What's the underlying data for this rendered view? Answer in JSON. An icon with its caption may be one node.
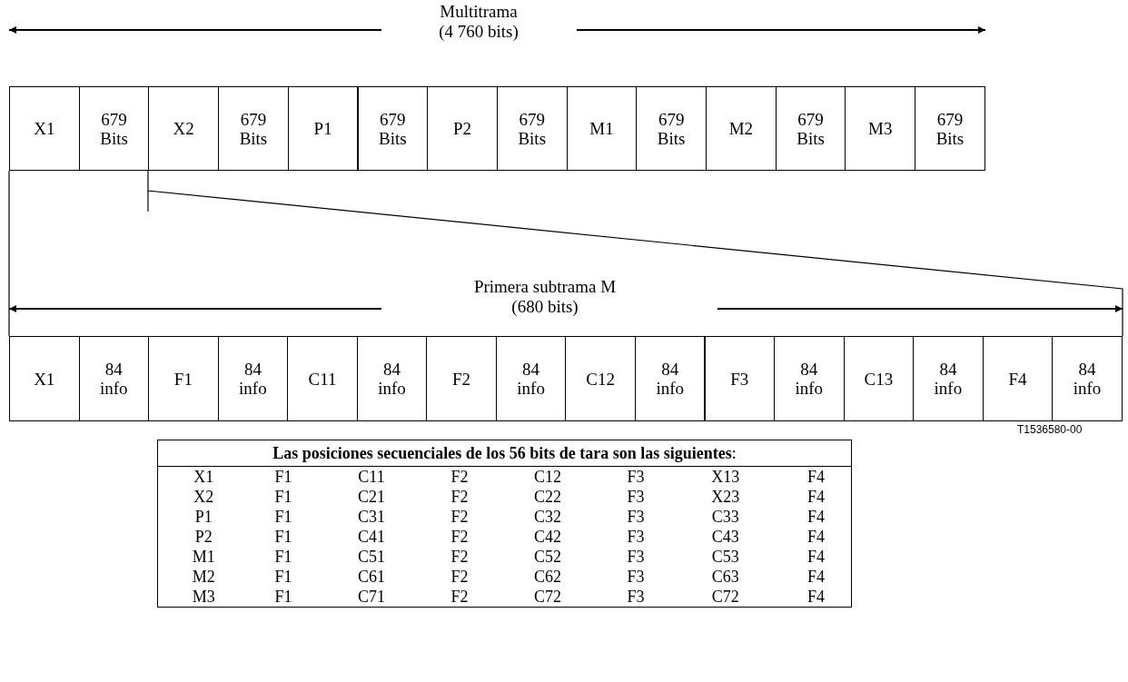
{
  "diagram": {
    "nodes": [
      {
        "text": [
          "X1"
        ]
      },
      {
        "text": [
          "679 Bits"
        ]
      },
      {
        "text": [
          "X2"
        ]
      },
      {
        "text": [
          "679 Bits"
        ]
      },
      {
        "text": [
          "P1"
        ]
      },
      {
        "text": [
          "679 Bits"
        ]
      },
      {
        "text": [
          "P2"
        ]
      },
      {
        "text": [
          "679 Bits"
        ]
      },
      {
        "text": [
          "M1"
        ]
      },
      {
        "text": [
          "679 Bits"
        ]
      },
      {
        "text": [
          "M2"
        ]
      },
      {
        "text": [
          "679 Bits"
        ]
      },
      {
        "text": [
          "M3"
        ]
      },
      {
        "text": [
          "679 Bits"
        ]
      },
      {
        "text": [
          "X1"
        ]
      },
      {
        "text": [
          "84 info"
        ]
      },
      {
        "text": [
          "F1"
        ]
      },
      {
        "text": [
          "84 info"
        ]
      },
      {
        "text": [
          "C11"
        ]
      },
      {
        "text": [
          "84 info"
        ]
      },
      {
        "text": [
          "F2"
        ]
      },
      {
        "text": [
          "84 info"
        ]
      },
      {
        "text": [
          "C12"
        ]
      },
      {
        "text": [
          "84 info"
        ]
      },
      {
        "text": [
          "F3"
        ]
      },
      {
        "text": [
          "84 info"
        ]
      },
      {
        "text": [
          "C13"
        ]
      },
      {
        "text": [
          "84 info"
        ]
      },
      {
        "text": [
          "F4"
        ]
      },
      {
        "text": [
          "84 info"
        ]
      }
    ],
    "edges": [
      {
        "from": 0,
        "to": 14,
        "arrow": "none"
      },
      {
        "from": 1,
        "to": 29,
        "arrow": "none"
      }
    ],
    "labels": [
      "Multitrama (4 760 bits)",
      "Primera subtrama M (680 bits)",
      "T1536580-00",
      "**Las posiciones secuenciales de los 56 bits de tara son las siguientes**:",
      "X1",
      "F1",
      "C11",
      "F2",
      "C12",
      "F3",
      "X13",
      "F4",
      "X2",
      "F1",
      "C21",
      "F2",
      "C22",
      "F3",
      "X23",
      "F4",
      "P1",
      "F1",
      "C31",
      "F2",
      "C32",
      "F3",
      "C33",
      "F4",
      "P2",
      "F1",
      "C41",
      "F2",
      "C42",
      "F3",
      "C43",
      "F4",
      "M1",
      "F1",
      "C51",
      "F2",
      "C52",
      "F3",
      "C53",
      "F4",
      "M2",
      "F1",
      "C61",
      "F2",
      "C62",
      "F3",
      "C63",
      "F4",
      "M3",
      "F1",
      "C71",
      "F2",
      "C72",
      "F3",
      "C72",
      "F4"
    ]
  }
}
